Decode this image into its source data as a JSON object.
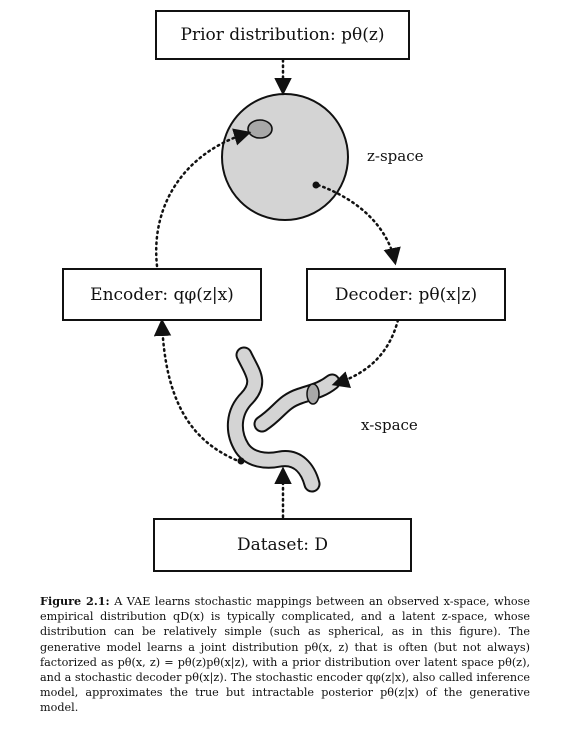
{
  "boxes": {
    "prior": "Prior distribution: pθ(z)",
    "encoder": "Encoder: qφ(z|x)",
    "decoder": "Decoder: pθ(x|z)",
    "dataset": "Dataset: D"
  },
  "labels": {
    "z_space": "z-space",
    "x_space": "x-space"
  },
  "caption": {
    "label": "Figure 2.1:",
    "text": "A VAE learns stochastic mappings between an observed x-space, whose empirical distribution qD(x) is typically complicated, and a latent z-space, whose distribution can be relatively simple (such as spherical, as in this figure). The generative model learns a joint distribution pθ(x, z) that is often (but not always) factorized as pθ(x, z) = pθ(z)pθ(x|z), with a prior distribution over latent space pθ(z), and a stochastic decoder pθ(x|z). The stochastic encoder qφ(z|x), also called inference model, approximates the true but intractable posterior pθ(z|x) of the generative model."
  }
}
